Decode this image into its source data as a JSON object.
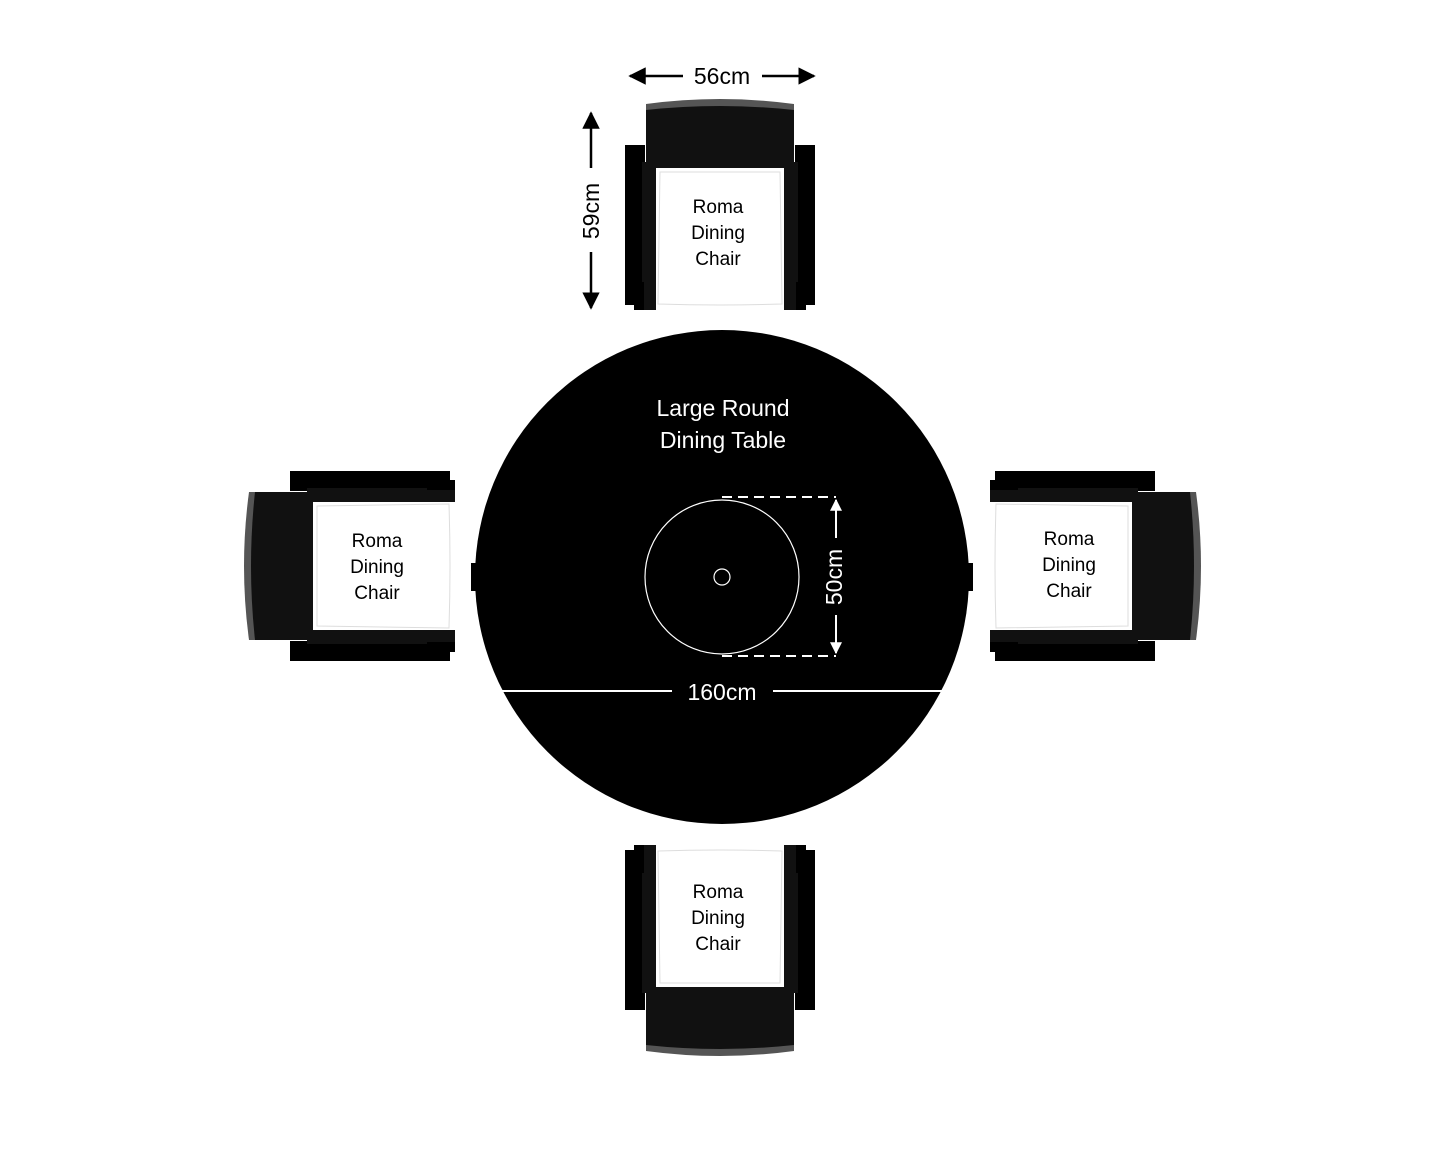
{
  "table": {
    "label_line1": "Large Round",
    "label_line2": "Dining Table",
    "diameter_label": "160cm",
    "hole_label": "50cm"
  },
  "chair": {
    "dimension_width_label": "56cm",
    "dimension_depth_label": "59cm",
    "label_line1": "Roma",
    "label_line2": "Dining",
    "label_line3": "Chair"
  },
  "colors": {
    "background": "#ffffff",
    "table": "#000000",
    "chair_frame": "#000000",
    "chair_back": "#111111",
    "chair_back_edge": "#555555",
    "seat": "#ffffff",
    "table_text": "#ffffff",
    "dimension": "#000000"
  }
}
